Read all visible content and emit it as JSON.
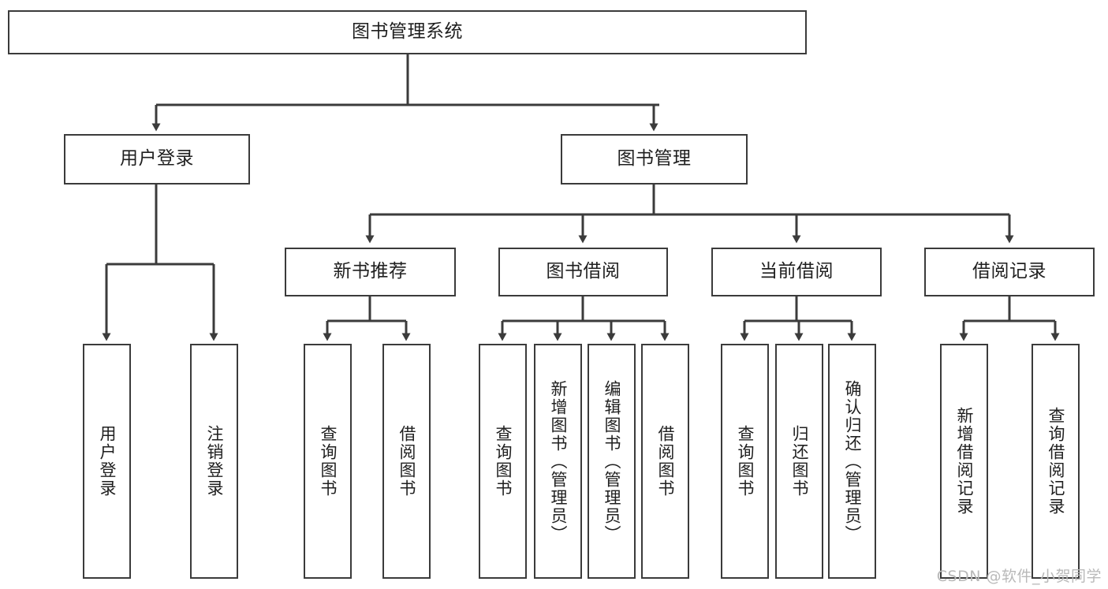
{
  "diagram": {
    "title": "图书管理系统",
    "watermark": "CSDN @软件_小贺同学",
    "stroke_color": "#3b3b3b",
    "text_color": "#1f1f1f",
    "background_color": "#ffffff",
    "nodes": {
      "root": {
        "label": "图书管理系统"
      },
      "level2": [
        {
          "id": "user-login",
          "label": "用户登录"
        },
        {
          "id": "book-manage",
          "label": "图书管理"
        }
      ],
      "level3": [
        {
          "id": "new-book-recommend",
          "label": "新书推荐"
        },
        {
          "id": "book-borrow",
          "label": "图书借阅"
        },
        {
          "id": "current-borrow",
          "label": "当前借阅"
        },
        {
          "id": "borrow-record",
          "label": "借阅记录"
        }
      ],
      "leaves": {
        "user-login": [
          {
            "id": "leaf-user-login",
            "label": "用户登录"
          },
          {
            "id": "leaf-logout-login",
            "label": "注销登录"
          }
        ],
        "new-book-recommend": [
          {
            "id": "leaf-query-book-1",
            "label": "查询图书"
          },
          {
            "id": "leaf-borrow-book-1",
            "label": "借阅图书"
          }
        ],
        "book-borrow": [
          {
            "id": "leaf-query-book-2",
            "label": "查询图书"
          },
          {
            "id": "leaf-add-book",
            "label": "新增图书（管理员）"
          },
          {
            "id": "leaf-edit-book",
            "label": "编辑图书（管理员）"
          },
          {
            "id": "leaf-borrow-book-2",
            "label": "借阅图书"
          }
        ],
        "current-borrow": [
          {
            "id": "leaf-query-book-3",
            "label": "查询图书"
          },
          {
            "id": "leaf-return-book",
            "label": "归还图书"
          },
          {
            "id": "leaf-confirm-return",
            "label": "确认归还（管理员）"
          }
        ],
        "borrow-record": [
          {
            "id": "leaf-add-record",
            "label": "新增借阅记录"
          },
          {
            "id": "leaf-query-record",
            "label": "查询借阅记录"
          }
        ]
      }
    }
  }
}
